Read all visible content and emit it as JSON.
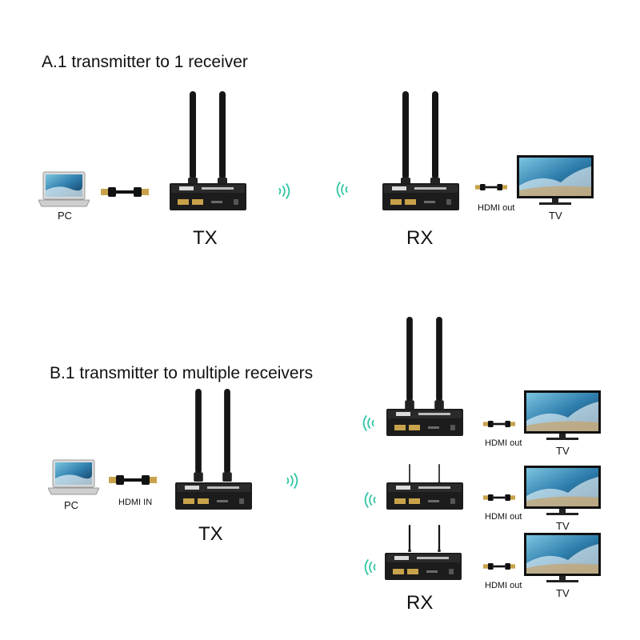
{
  "colors": {
    "device_body": "#1c1c1c",
    "device_face": "#2a2a2a",
    "port_gold": "#c8a24a",
    "screen_sky": "#3a8fb7",
    "wave_green": "#34c6a6",
    "cable": "#111111"
  },
  "section_a": {
    "title": "A.1 transmitter to 1 receiver",
    "source_label": "PC",
    "tx_label": "TX",
    "rx_label": "RX",
    "output_cable_label": "HDMI out",
    "display_label": "TV"
  },
  "section_b": {
    "title": "B.1 transmitter to multiple receivers",
    "source_label": "PC",
    "input_cable_label": "HDMI IN",
    "tx_label": "TX",
    "rx_label": "RX",
    "receivers": [
      {
        "output_cable_label": "HDMI out",
        "display_label": "TV"
      },
      {
        "output_cable_label": "HDMI out",
        "display_label": "TV"
      },
      {
        "output_cable_label": "HDMI out",
        "display_label": "TV"
      }
    ]
  },
  "icons": [
    "laptop-icon",
    "hdmi-cable-icon",
    "antenna-icon",
    "wireless-signal-icon",
    "tv-icon",
    "extender-device-icon"
  ]
}
